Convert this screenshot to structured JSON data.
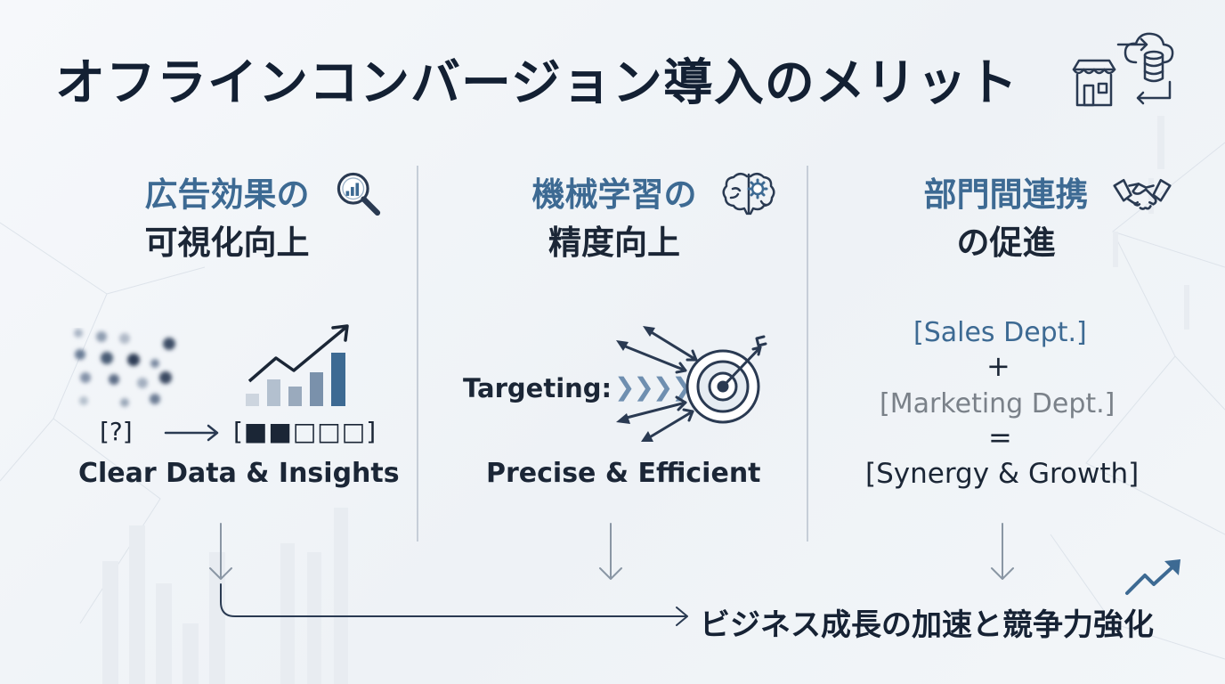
{
  "title": "オフラインコンバージョン導入のメリット",
  "icons": {
    "title": "store-cloud-database-sync-icon",
    "col1": "magnifier-chart-icon",
    "col2": "brain-gear-icon",
    "col3": "handshake-icon",
    "col2_target": "target-arrows-icon",
    "footer": "trend-up-arrow-icon"
  },
  "columns": [
    {
      "heading_line1": "広告効果の",
      "heading_line2": "可視化向上",
      "before_label": "[?]",
      "after_label": "[■■□□□]",
      "caption": "Clear Data & Insights"
    },
    {
      "heading_line1": "機械学習の",
      "heading_line2": "精度向上",
      "targeting_label": "Targeting:",
      "chevrons": "❯❯❯❯❯",
      "caption": "Precise & Efficient"
    },
    {
      "heading_line1": "部門間連携",
      "heading_line2": "の促進",
      "sales": "[Sales Dept.]",
      "plus": "+",
      "marketing": "[Marketing Dept.]",
      "equals": "=",
      "result": "[Synergy & Growth]"
    }
  ],
  "footer": "ビジネス成長の加速と競争力強化",
  "colors": {
    "accent": "#3d6a93",
    "dark": "#132033",
    "grey": "#7a8189",
    "arrow": "#8a96a4"
  }
}
